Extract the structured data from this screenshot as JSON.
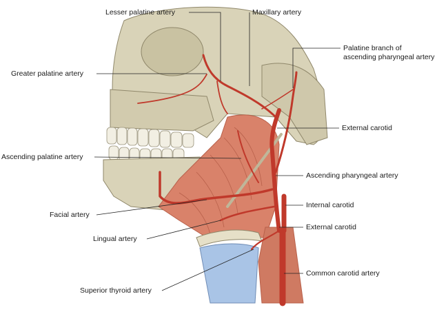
{
  "labels": {
    "lesser_palatine": "Lesser palatine artery",
    "maxillary": "Maxillary artery",
    "palatine_branch_line1": "Palatine branch of",
    "palatine_branch_line2": "ascending pharyngeal artery",
    "greater_palatine": "Greater palatine artery",
    "external_carotid_upper": "External carotid",
    "ascending_palatine": "Ascending palatine artery",
    "ascending_pharyngeal": "Ascending pharyngeal artery",
    "internal_carotid": "Internal carotid",
    "facial": "Facial artery",
    "external_carotid_lower": "External carotid",
    "lingual": "Lingual artery",
    "common_carotid": "Common carotid artery",
    "superior_thyroid": "Superior thyroid artery"
  },
  "colors": {
    "bone": "#d9d3b8",
    "bone_shadow": "#b8b092",
    "muscle": "#d9826a",
    "muscle_dark": "#b8604a",
    "artery": "#c0392b",
    "cartilage": "#a9c4e6",
    "leader": "#222222"
  }
}
